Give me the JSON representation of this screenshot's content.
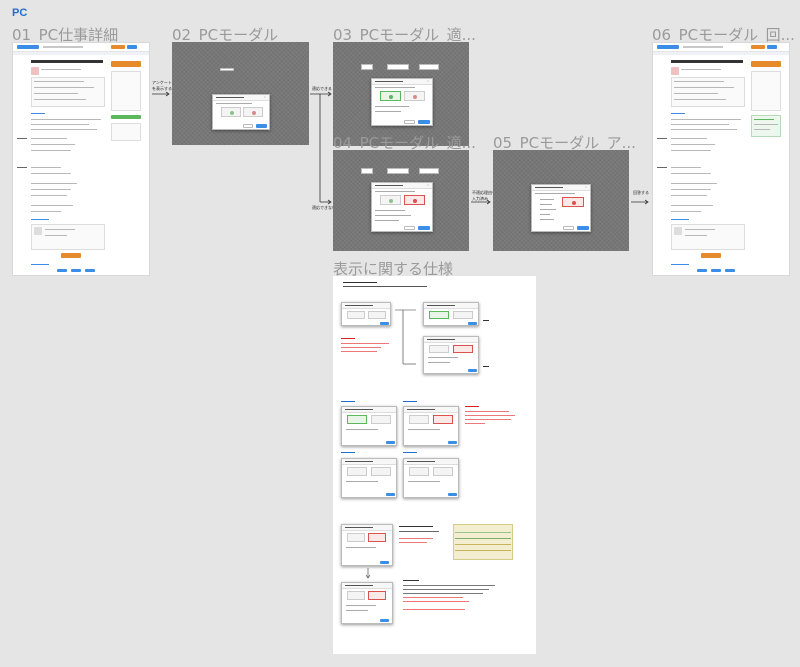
{
  "section": {
    "label": "PC"
  },
  "frames": [
    {
      "title": "01_PC仕事詳細"
    },
    {
      "title": "02_PCモーダル"
    },
    {
      "title": "03_PCモーダル_適..."
    },
    {
      "title": "04_PCモーダル_適..."
    },
    {
      "title": "05_PCモーダル_ア..."
    },
    {
      "title": "06_PCモーダル_回..."
    },
    {
      "title": "表示に関する仕様"
    }
  ],
  "arrows": {
    "a1": "アンケート\nを表示する",
    "a2_top": "適応できる",
    "a2_bottom": "適応できない",
    "a3": "不適応理由を\n入力済み",
    "a4": "回答する"
  },
  "colors": {
    "section": "#1f6fd1",
    "canvas": "#e5e5e5",
    "modal_overlay": "#777777",
    "accent_orange": "#e58a2d",
    "accent_blue": "#3a8ee6",
    "accent_green": "#5cb85c",
    "accent_red": "#d9534f"
  }
}
